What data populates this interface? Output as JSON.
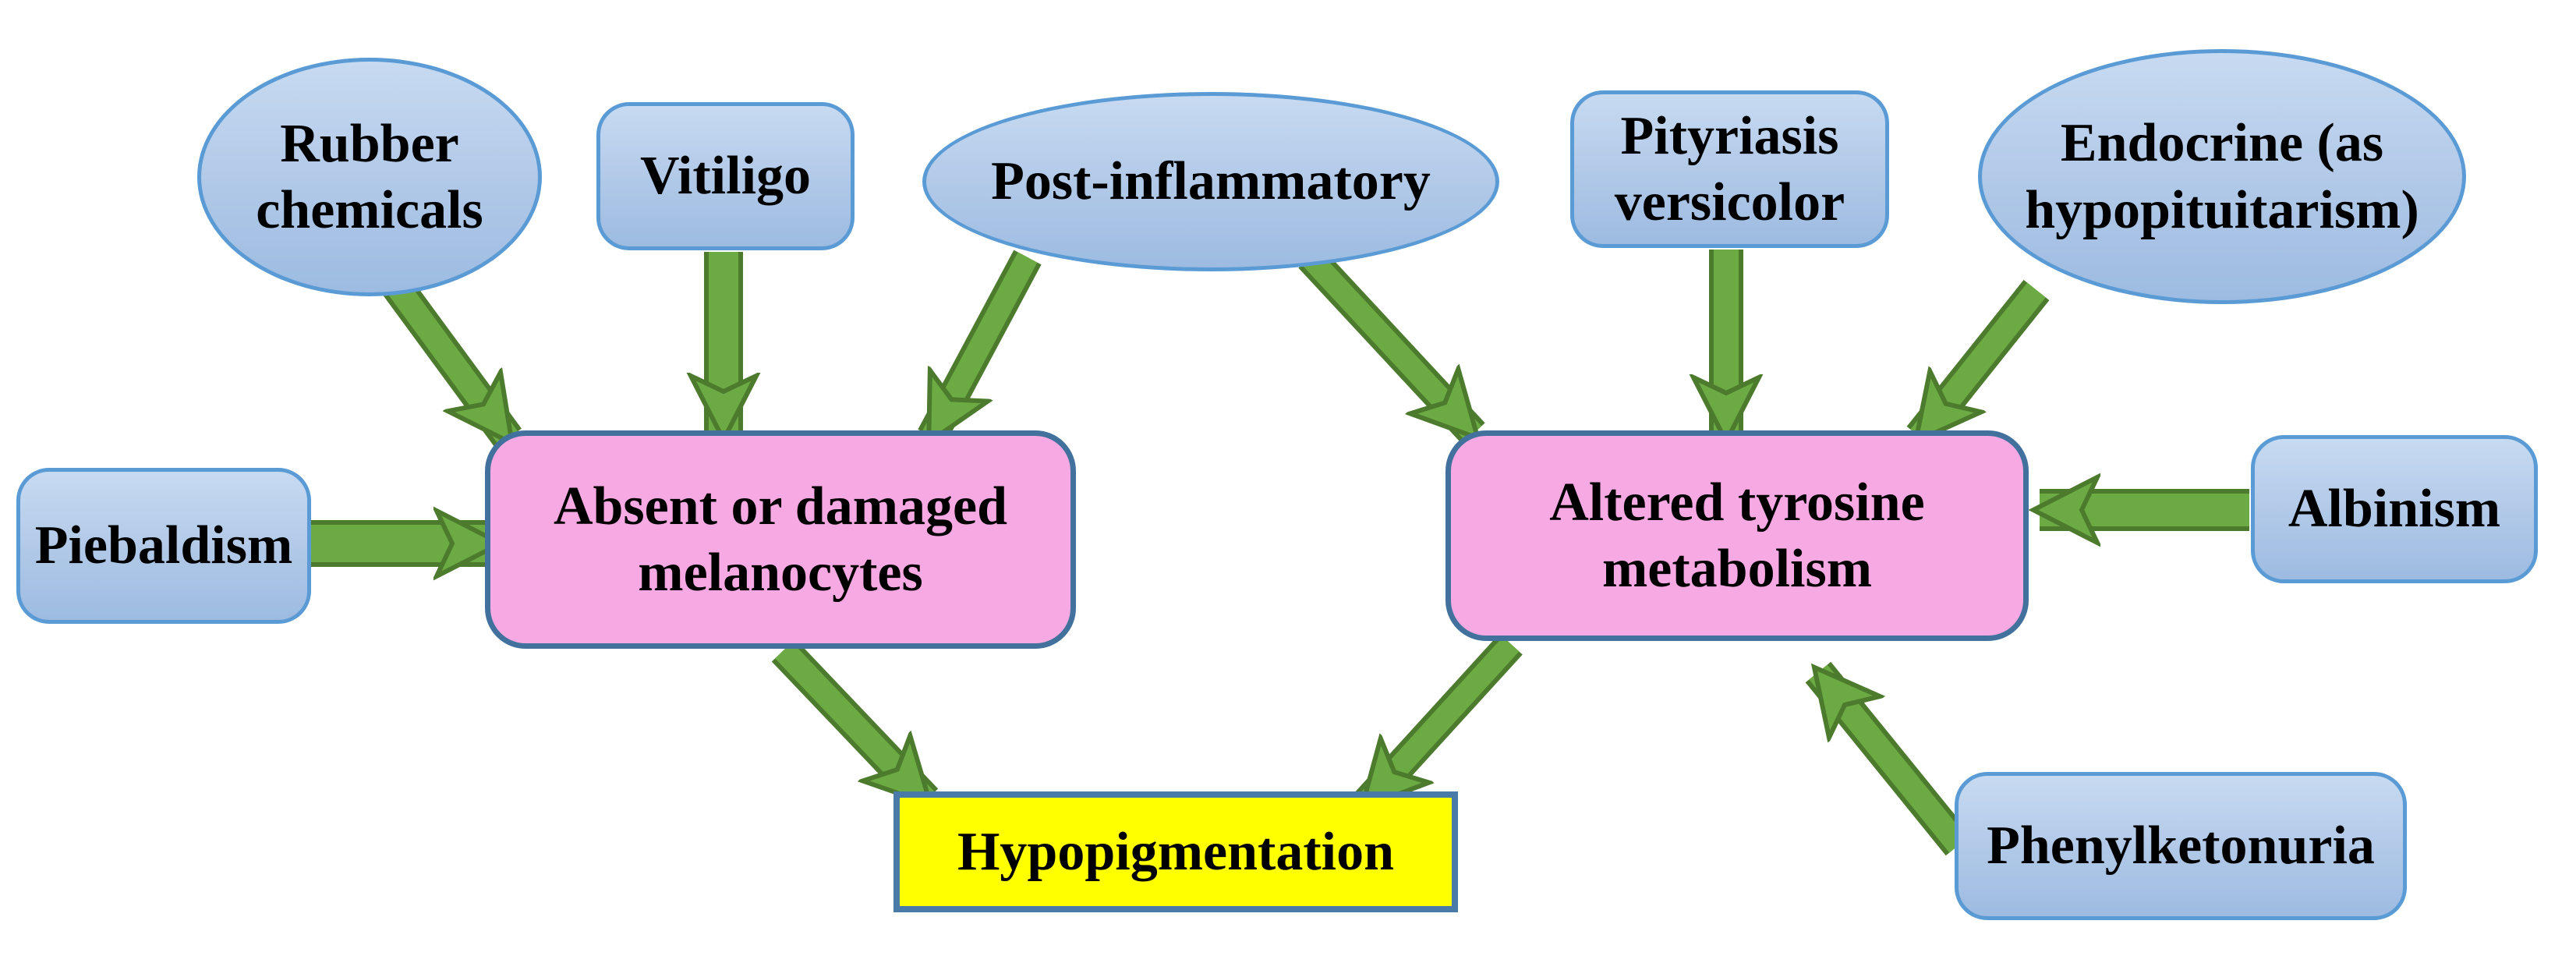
{
  "diagram": {
    "colors": {
      "node_blue_fill_top": "#c7daf1",
      "node_blue_fill_bottom": "#9dbbe1",
      "node_blue_border": "#5b9bd5",
      "node_pink_fill": "#f6a9e2",
      "node_pink_border": "#41719c",
      "node_yellow_fill": "#ffff00",
      "node_yellow_border": "#4a7aa8",
      "arrow_fill": "#6cab44",
      "arrow_outline": "#4d7b2e",
      "text": "#000000",
      "background": "#ffffff"
    },
    "nodes": [
      {
        "id": "rubber-chemicals",
        "label": "Rubber chemicals",
        "shape": "ellipse",
        "fill": "blue"
      },
      {
        "id": "vitiligo",
        "label": "Vitiligo",
        "shape": "rounded-rect",
        "fill": "blue"
      },
      {
        "id": "post-inflammatory",
        "label": "Post-inflammatory",
        "shape": "ellipse",
        "fill": "blue"
      },
      {
        "id": "pityriasis-versicolor",
        "label": "Pityriasis versicolor",
        "shape": "rounded-rect",
        "fill": "blue"
      },
      {
        "id": "endocrine",
        "label": "Endocrine (as hypopituitarism)",
        "shape": "ellipse",
        "fill": "blue"
      },
      {
        "id": "piebaldism",
        "label": "Piebaldism",
        "shape": "rounded-rect",
        "fill": "blue"
      },
      {
        "id": "absent-damaged-melanocytes",
        "label": "Absent or damaged melanocytes",
        "shape": "rounded-rect",
        "fill": "pink"
      },
      {
        "id": "altered-tyrosine-metabolism",
        "label": "Altered tyrosine metabolism",
        "shape": "rounded-rect",
        "fill": "pink"
      },
      {
        "id": "albinism",
        "label": "Albinism",
        "shape": "rounded-rect",
        "fill": "blue"
      },
      {
        "id": "phenylketonuria",
        "label": "Phenylketonuria",
        "shape": "rounded-rect",
        "fill": "blue"
      },
      {
        "id": "hypopigmentation",
        "label": "Hypopigmentation",
        "shape": "rect",
        "fill": "yellow"
      }
    ],
    "edges": [
      {
        "from": "rubber-chemicals",
        "to": "absent-damaged-melanocytes"
      },
      {
        "from": "vitiligo",
        "to": "absent-damaged-melanocytes"
      },
      {
        "from": "post-inflammatory",
        "to": "absent-damaged-melanocytes"
      },
      {
        "from": "post-inflammatory",
        "to": "altered-tyrosine-metabolism"
      },
      {
        "from": "pityriasis-versicolor",
        "to": "altered-tyrosine-metabolism"
      },
      {
        "from": "endocrine",
        "to": "altered-tyrosine-metabolism"
      },
      {
        "from": "piebaldism",
        "to": "absent-damaged-melanocytes"
      },
      {
        "from": "albinism",
        "to": "altered-tyrosine-metabolism"
      },
      {
        "from": "absent-damaged-melanocytes",
        "to": "hypopigmentation"
      },
      {
        "from": "altered-tyrosine-metabolism",
        "to": "hypopigmentation"
      },
      {
        "from": "phenylketonuria",
        "to": "altered-tyrosine-metabolism"
      }
    ]
  }
}
